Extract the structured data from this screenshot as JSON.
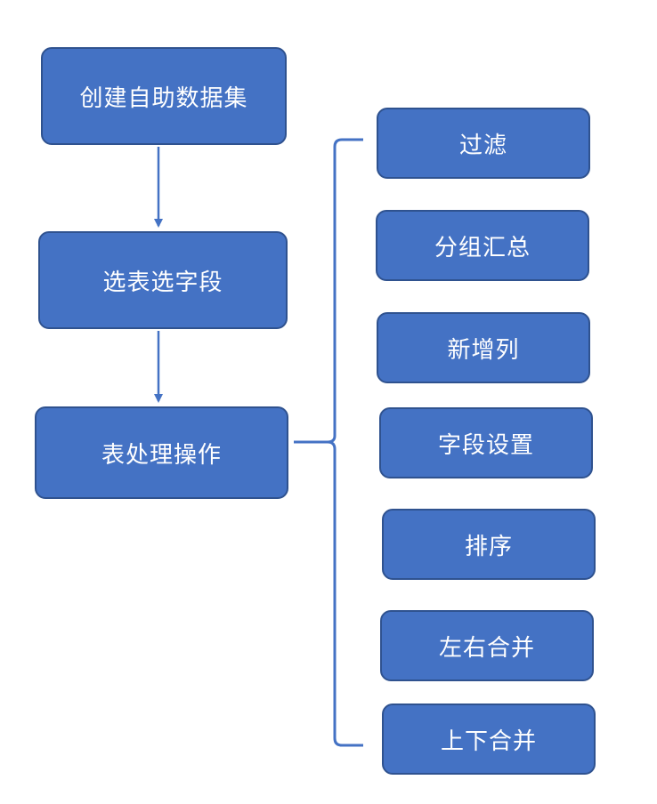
{
  "flow": {
    "steps": [
      "创建自助数据集",
      "选表选字段",
      "表处理操作"
    ]
  },
  "operations": {
    "items": [
      "过滤",
      "分组汇总",
      "新增列",
      "字段设置",
      "排序",
      "左右合并",
      "上下合并"
    ]
  },
  "colors": {
    "node_fill": "#4472c4",
    "node_border": "#2f528f",
    "connector": "#4472c4",
    "text": "#ffffff"
  }
}
